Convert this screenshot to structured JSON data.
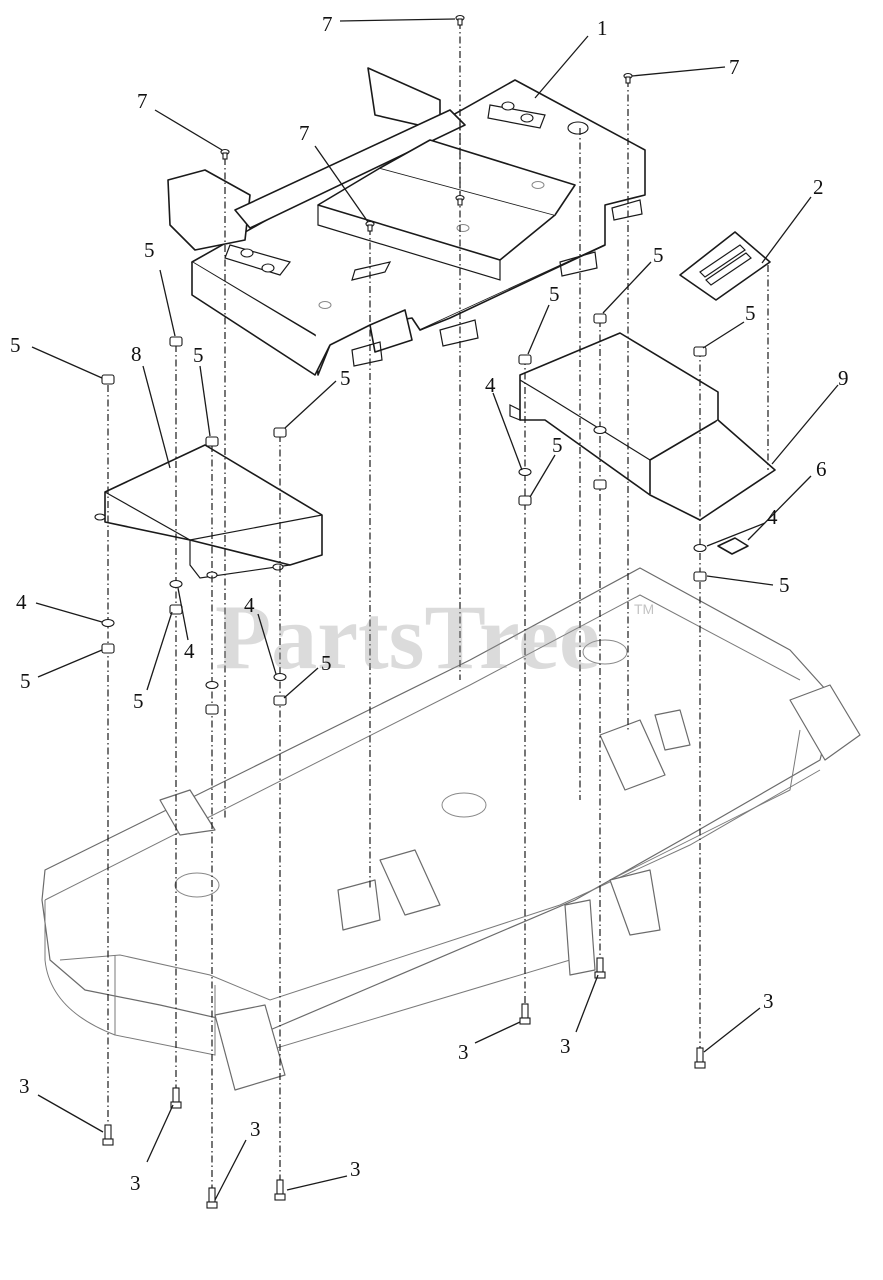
{
  "watermark": {
    "text": "PartsTree",
    "trademark": "TM"
  },
  "callouts": [
    {
      "id": "c1",
      "label": "1"
    },
    {
      "id": "c2",
      "label": "2"
    },
    {
      "id": "c3a",
      "label": "3"
    },
    {
      "id": "c3b",
      "label": "3"
    },
    {
      "id": "c3c",
      "label": "3"
    },
    {
      "id": "c3d",
      "label": "3"
    },
    {
      "id": "c3e",
      "label": "3"
    },
    {
      "id": "c3f",
      "label": "3"
    },
    {
      "id": "c3g",
      "label": "3"
    },
    {
      "id": "c4a",
      "label": "4"
    },
    {
      "id": "c4b",
      "label": "4"
    },
    {
      "id": "c4c",
      "label": "4"
    },
    {
      "id": "c4d",
      "label": "4"
    },
    {
      "id": "c4e",
      "label": "4"
    },
    {
      "id": "c5a",
      "label": "5"
    },
    {
      "id": "c5b",
      "label": "5"
    },
    {
      "id": "c5c",
      "label": "5"
    },
    {
      "id": "c5d",
      "label": "5"
    },
    {
      "id": "c5e",
      "label": "5"
    },
    {
      "id": "c5f",
      "label": "5"
    },
    {
      "id": "c5g",
      "label": "5"
    },
    {
      "id": "c5h",
      "label": "5"
    },
    {
      "id": "c5i",
      "label": "5"
    },
    {
      "id": "c5j",
      "label": "5"
    },
    {
      "id": "c5k",
      "label": "5"
    },
    {
      "id": "c5l",
      "label": "5"
    },
    {
      "id": "c6",
      "label": "6"
    },
    {
      "id": "c7a",
      "label": "7"
    },
    {
      "id": "c7b",
      "label": "7"
    },
    {
      "id": "c7c",
      "label": "7"
    },
    {
      "id": "c7d",
      "label": "7"
    },
    {
      "id": "c8",
      "label": "8"
    },
    {
      "id": "c9",
      "label": "9"
    }
  ]
}
